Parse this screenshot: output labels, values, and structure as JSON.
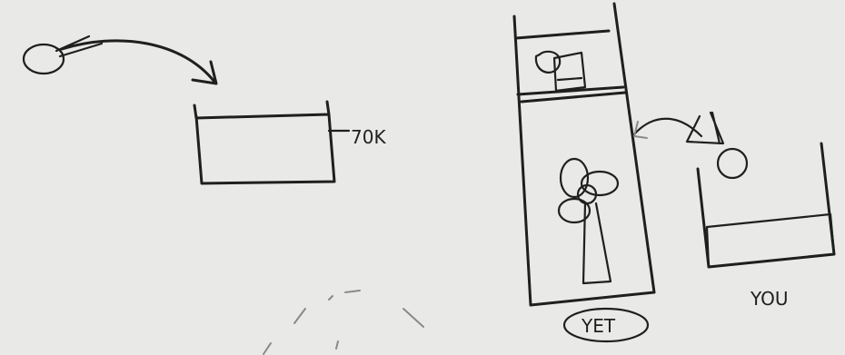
{
  "labels": {
    "box_label": "70K",
    "tower_label": "YET",
    "basket_label": "YOU"
  },
  "colors": {
    "paper": "#e9e9e7",
    "ink": "#1f1f1f"
  }
}
